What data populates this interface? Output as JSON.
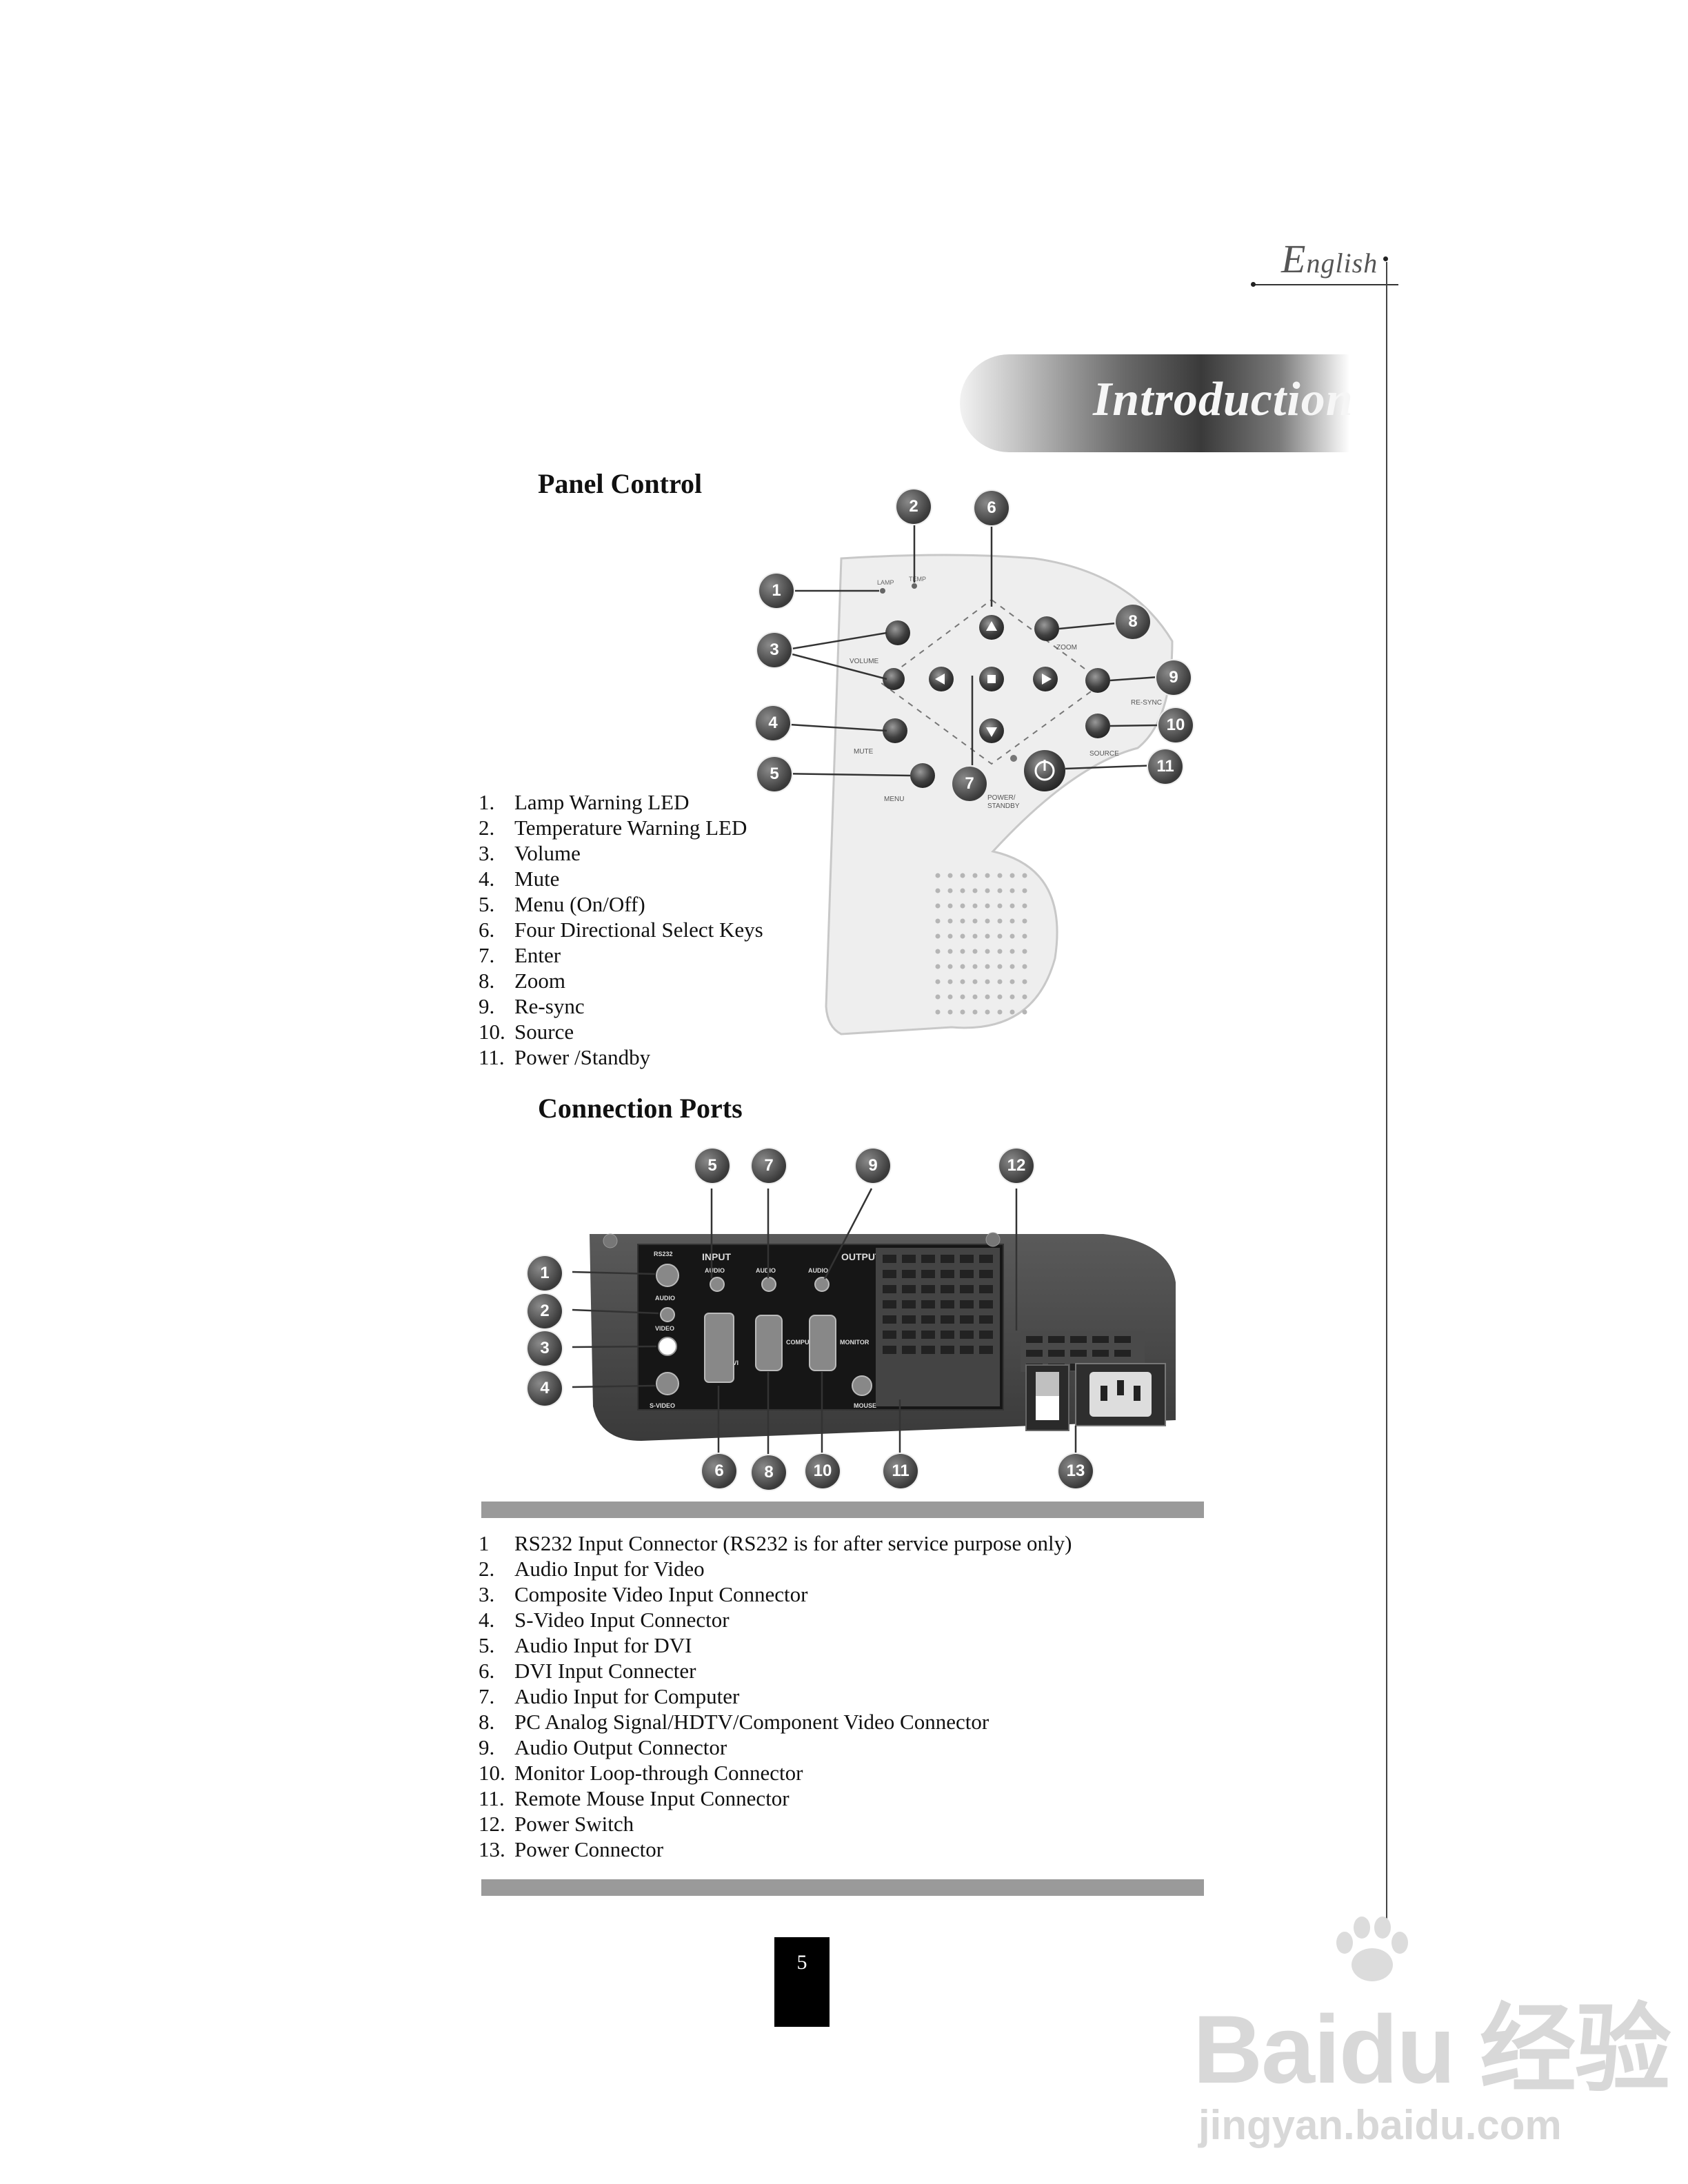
{
  "header": {
    "language_cap": "E",
    "language_rest": "nglish",
    "section_title": "Introduction"
  },
  "panel_control": {
    "heading": "Panel Control",
    "callouts": [
      "1",
      "2",
      "3",
      "4",
      "5",
      "6",
      "7",
      "8",
      "9",
      "10",
      "11"
    ],
    "panel_labels": {
      "lamp": "LAMP",
      "temp": "TEMP",
      "volume": "VOLUME",
      "mute": "MUTE",
      "menu": "MENU",
      "zoom": "ZOOM",
      "resync": "RE-SYNC",
      "source": "SOURCE",
      "power_1": "POWER/",
      "power_2": "STANDBY"
    },
    "items": [
      {
        "num": "1.",
        "text": "Lamp Warning LED"
      },
      {
        "num": "2.",
        "text": "Temperature Warning LED"
      },
      {
        "num": "3.",
        "text": "Volume"
      },
      {
        "num": "4.",
        "text": "Mute"
      },
      {
        "num": "5.",
        "text": "Menu (On/Off)"
      },
      {
        "num": "6.",
        "text": "Four Directional Select Keys"
      },
      {
        "num": "7.",
        "text": "Enter"
      },
      {
        "num": "8.",
        "text": "Zoom"
      },
      {
        "num": "9.",
        "text": "Re-sync"
      },
      {
        "num": "10.",
        "text": "Source"
      },
      {
        "num": "11.",
        "text": "Power /Standby"
      }
    ]
  },
  "connection_ports": {
    "heading": "Connection Ports",
    "callouts": [
      "1",
      "2",
      "3",
      "4",
      "5",
      "6",
      "7",
      "8",
      "9",
      "10",
      "11",
      "12",
      "13"
    ],
    "panel_labels": {
      "rs232": "RS232",
      "input": "INPUT",
      "output": "OUTPUT",
      "audio": "AUDIO",
      "video": "VIDEO",
      "svideo": "S-VIDEO",
      "dvi": "DVI",
      "computer": "COMPUTER",
      "monitor": "MONITOR",
      "mouse": "MOUSE"
    },
    "items": [
      {
        "num": "1",
        "text": "RS232 Input Connector (RS232 is for after service purpose only)"
      },
      {
        "num": "2.",
        "text": "Audio Input for Video"
      },
      {
        "num": "3.",
        "text": "Composite Video  Input Connector"
      },
      {
        "num": "4.",
        "text": "S-Video Input Connector"
      },
      {
        "num": "5.",
        "text": "Audio Input for DVI"
      },
      {
        "num": "6.",
        "text": "DVI Input Connecter"
      },
      {
        "num": "7.",
        "text": "Audio Input for Computer"
      },
      {
        "num": "8.",
        "text": "PC Analog Signal/HDTV/Component Video Connector"
      },
      {
        "num": "9.",
        "text": "Audio Output Connector"
      },
      {
        "num": "10.",
        "text": "Monitor Loop-through Connector"
      },
      {
        "num": "11.",
        "text": "Remote Mouse Input Connector"
      },
      {
        "num": "12.",
        "text": "Power Switch"
      },
      {
        "num": "13.",
        "text": "Power Connector"
      }
    ]
  },
  "page_number": "5",
  "watermark": {
    "brand": "Baidu",
    "brand_cn": "经验",
    "url": "jingyan.baidu.com"
  }
}
